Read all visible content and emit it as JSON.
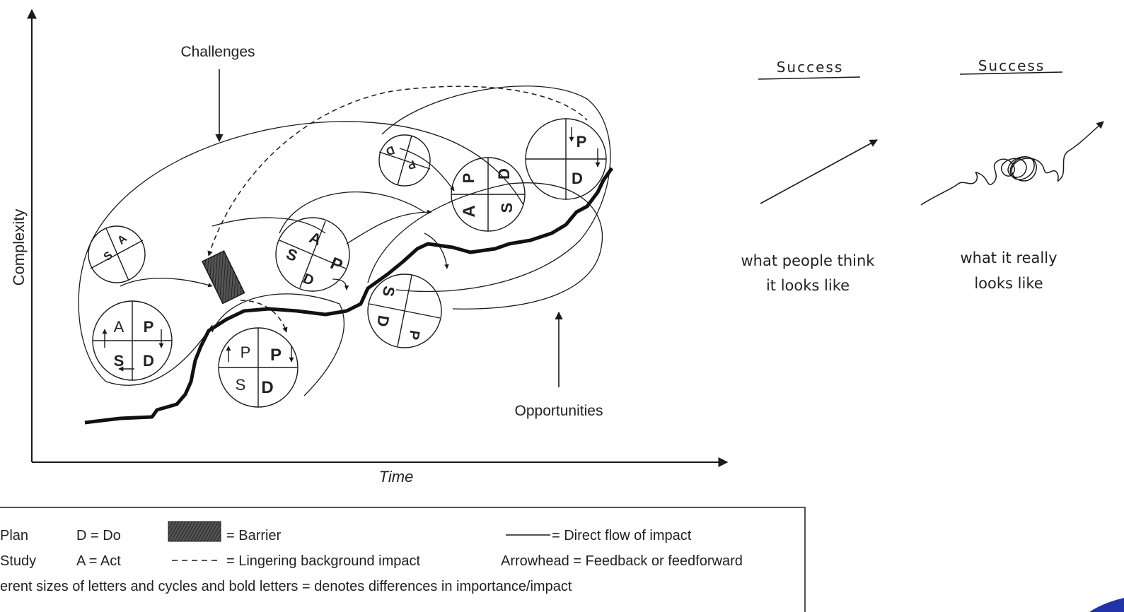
{
  "diagram": {
    "axes": {
      "y_label": "Complexity",
      "x_label": "Time"
    },
    "annotations": {
      "challenges": "Challenges",
      "opportunities": "Opportunities"
    },
    "cycles": [
      {
        "id": "small-top-left",
        "quadrants": [
          "S",
          "A"
        ]
      },
      {
        "id": "large-left",
        "quadrants": [
          "A",
          "P",
          "S",
          "D"
        ]
      },
      {
        "id": "center-bottom",
        "quadrants": [
          "P",
          "P",
          "S",
          "D"
        ]
      },
      {
        "id": "center-mid",
        "quadrants": [
          "A",
          "P",
          "S",
          "D"
        ]
      },
      {
        "id": "right-mid",
        "quadrants": [
          "S",
          "D",
          "P"
        ]
      },
      {
        "id": "top-small",
        "quadrants": [
          "D",
          "P"
        ]
      },
      {
        "id": "top-mid",
        "quadrants": [
          "P",
          "D",
          "A",
          "S"
        ]
      },
      {
        "id": "top-right",
        "quadrants": [
          "P",
          "D"
        ]
      }
    ],
    "legend": {
      "plan": "Plan",
      "study": "Study",
      "do": "D = Do",
      "act": "A = Act",
      "barrier": "= Barrier",
      "lingering": "= Lingering background impact",
      "direct": "= Direct flow of impact",
      "arrowhead": "Arrowhead = Feedback or feedforward",
      "note": "erent sizes of letters and cycles and bold letters = denotes differences in importance/impact"
    }
  },
  "sketch": {
    "left": {
      "title": "Success",
      "caption_line1": "what people think",
      "caption_line2": "it looks like"
    },
    "right": {
      "title": "Success",
      "caption_line1": "what it really",
      "caption_line2": "looks like"
    }
  },
  "colors": {
    "ink": "#1a1a1a",
    "barrier": "#444444",
    "accent": "#2233aa"
  }
}
